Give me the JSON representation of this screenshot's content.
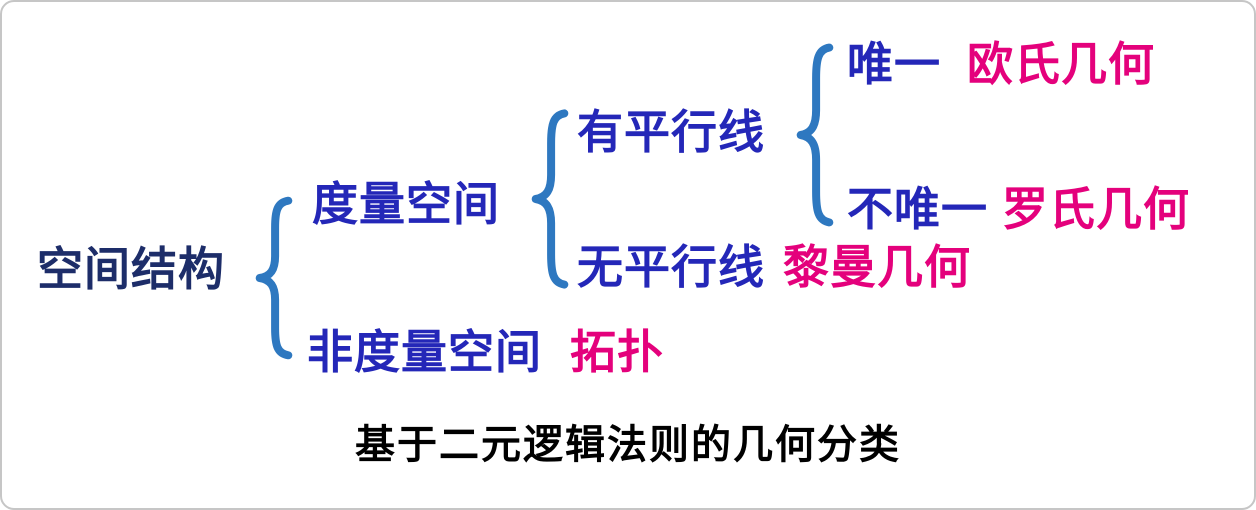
{
  "diagram": {
    "root_label": "空间结构",
    "metric": {
      "label": "度量空间",
      "has_parallel": {
        "label": "有平行线",
        "unique": {
          "label": "唯一",
          "result": "欧氏几何"
        },
        "not_unique": {
          "label": "不唯一",
          "result": "罗氏几何"
        }
      },
      "no_parallel": {
        "label": "无平行线",
        "result": "黎曼几何"
      }
    },
    "non_metric": {
      "label": "非度量空间",
      "result": "拓扑"
    },
    "caption": "基于二元逻辑法则的几何分类"
  },
  "colors": {
    "root_blue": "#1d2d69",
    "branch_blue": "#2427b8",
    "result_pink": "#e4017c",
    "brace_blue": "#2e78c0",
    "caption_black": "#000000",
    "background": "#ffffff",
    "border_gray": "#c6c6c6"
  },
  "icons": {
    "brace": "left-opening-curly-brace"
  }
}
